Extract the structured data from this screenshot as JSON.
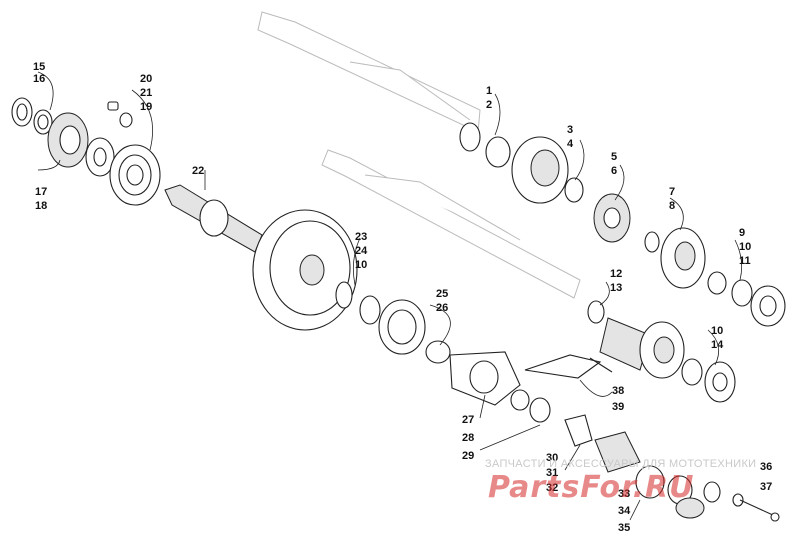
{
  "callouts": [
    "1",
    "2",
    "3",
    "4",
    "5",
    "6",
    "7",
    "8",
    "9",
    "10",
    "11",
    "12",
    "13",
    "14",
    "15",
    "16",
    "17",
    "18",
    "19",
    "20",
    "21",
    "22",
    "23",
    "24",
    "25",
    "26",
    "27",
    "28",
    "29",
    "30",
    "31",
    "32",
    "33",
    "34",
    "35",
    "36",
    "37",
    "38",
    "39"
  ],
  "callout_10_repeats": [
    "10",
    "10",
    "10"
  ],
  "watermark": {
    "subtitle": "ЗАПЧАСТИ И АКСЕССУАРЫ ДЛЯ МОТОТЕХНИКИ",
    "logo": "PartsFor.RU"
  },
  "colors": {
    "line": "#222222",
    "faint_line": "#bbbbbb",
    "shade": "#e4e4e4",
    "watermark": "#d62828"
  }
}
